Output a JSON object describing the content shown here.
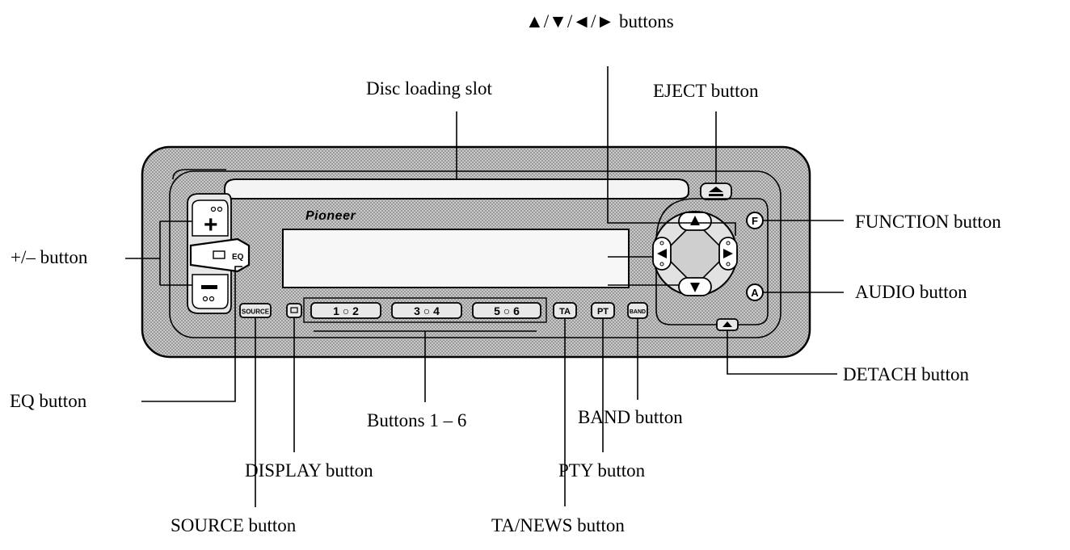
{
  "device": {
    "brand": "Pioneer",
    "eq_key": "EQ",
    "source_key": "SOURCE",
    "ta_key": "TA",
    "pty_key": "PT",
    "band_key": "BAND",
    "preset_1_2": "1 ○ 2",
    "preset_3_4": "3 ○ 4",
    "preset_5_6": "5 ○ 6",
    "function_key": "F",
    "audio_key": "A"
  },
  "labels": {
    "arrows": "▲/▼/◄/► buttons",
    "disc_slot": "Disc loading slot",
    "eject": "EJECT button",
    "function": "FUNCTION button",
    "plus_minus": "+/– button",
    "audio": "AUDIO button",
    "detach": "DETACH button",
    "eq": "EQ button",
    "buttons_1_6": "Buttons 1 – 6",
    "band": "BAND button",
    "display": "DISPLAY button",
    "pty": "PTY button",
    "source": "SOURCE button",
    "ta_news": "TA/NEWS button"
  }
}
